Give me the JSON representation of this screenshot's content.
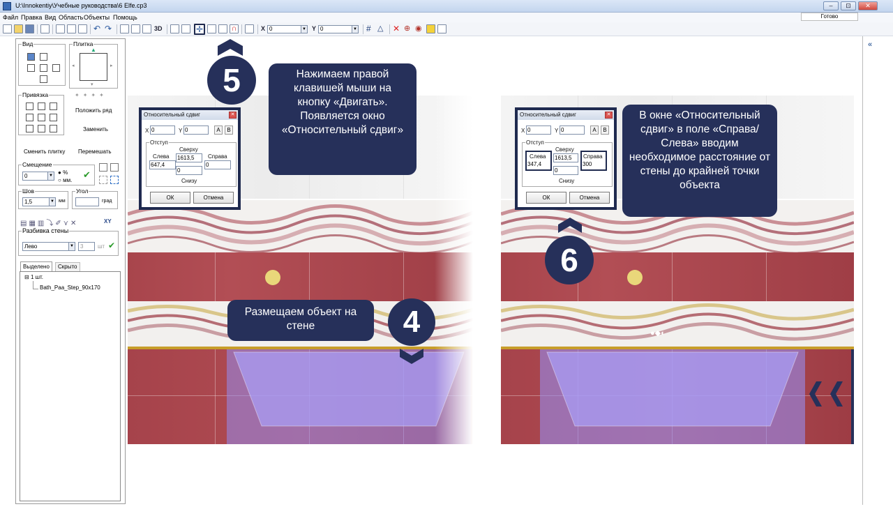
{
  "window": {
    "title": "U:\\Innokentiy\\Учебные руководства\\6 Elfe.cp3",
    "btn_min": "–",
    "btn_max": "⊡",
    "btn_close": "✕"
  },
  "menu": [
    "Файл",
    "Правка",
    "Вид",
    "Область",
    "Объекты",
    "Помощь"
  ],
  "status": "Готово",
  "toolbar": {
    "x_label": "X",
    "x_value": "0",
    "y_label": "Y",
    "y_value": "0",
    "threed": "3D"
  },
  "panel": {
    "view_label": "Вид",
    "tile_label": "Плитка",
    "snap_label": "Привязка",
    "put_row": "Положить ряд",
    "replace": "Заменить",
    "change_tile": "Сменить плитку",
    "shuffle": "Перемешать",
    "offset_label": "Смещение",
    "offset_value": "0",
    "pct": "%",
    "mm": "мм.",
    "seam_label": "Шов",
    "seam_value": "1,5",
    "seam_unit": "мм",
    "angle_label": "Угол",
    "angle_unit": "град",
    "xy": "XY",
    "wall_split_label": "Разбивка стены",
    "wall_side": "Лево",
    "count_value": "3",
    "count_unit": "шт",
    "tab_selected": "Выделено",
    "tab_hidden": "Скрыто",
    "tree_root": "1 шт.",
    "tree_item": "Bath_Paa_Step_90x170"
  },
  "dialog_left": {
    "title": "Относительный сдвиг",
    "x_label": "X",
    "x_value": "0",
    "y_label": "Y",
    "y_value": "0",
    "btn_a": "A",
    "btn_b": "B",
    "indent_label": "Отступ",
    "left_label": "Слева",
    "left_value": "647,4",
    "top_label": "Сверху",
    "top_value": "1613,5",
    "right_label": "Справа",
    "right_value": "0",
    "bottom_value": "0",
    "bottom_label": "Снизу",
    "ok": "ОК",
    "cancel": "Отмена"
  },
  "dialog_right": {
    "title": "Относительный сдвиг",
    "x_label": "X",
    "x_value": "0",
    "y_label": "Y",
    "y_value": "0",
    "btn_a": "A",
    "btn_b": "B",
    "indent_label": "Отступ",
    "left_label": "Слева",
    "left_value": "347,4",
    "top_label": "Сверху",
    "top_value": "1613,5",
    "right_label": "Справа",
    "right_value": "300",
    "bottom_value": "0",
    "bottom_label": "Снизу",
    "ok": "ОК",
    "cancel": "Отмена"
  },
  "callouts": {
    "step5": "Нажимаем правой клавишей мыши на кнопку «Двигать». Появляется окно «Относительный сдвиг»",
    "step4": "Размещаем объект на стене",
    "step6": "В окне «Относительный сдвиг» в поле «Справа/Слева» вводим необходимое расстояние от стены до крайней точки объекта"
  },
  "steps": {
    "four": "4",
    "five": "5",
    "six": "6"
  },
  "colors": {
    "callout_bg": "#26305a",
    "tile_red": "#a8454c",
    "tub": "#9688f0",
    "gold": "#c79d2a"
  }
}
